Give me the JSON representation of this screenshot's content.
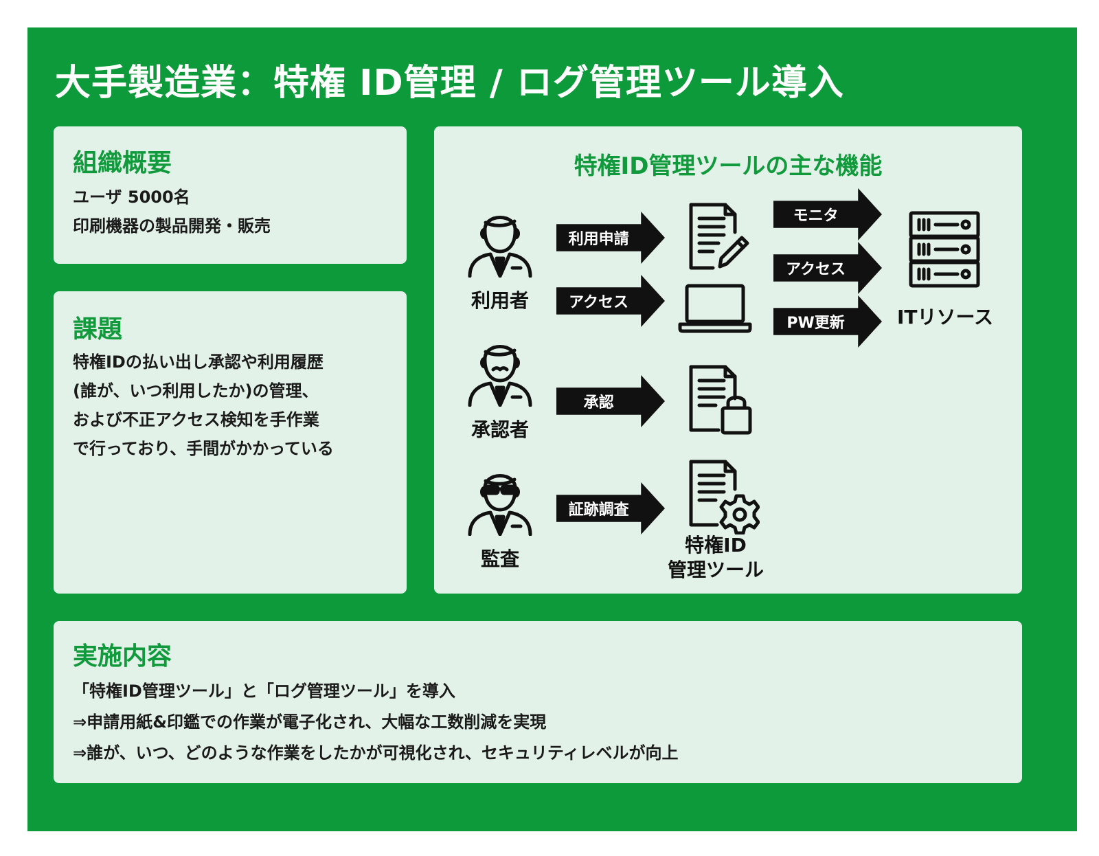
{
  "page": {
    "title": "大手製造業：特権 ID管理 / ログ管理ツール導入"
  },
  "org": {
    "heading": "組織概要",
    "lines": [
      "ユーザ 5000名",
      "印刷機器の製品開発・販売"
    ]
  },
  "issue": {
    "heading": "課題",
    "lines": [
      "特権IDの払い出し承認や利用履歴",
      "(誰が、いつ利用したか)の管理、",
      "および不正アクセス検知を手作業",
      "で行っており、手間がかかっている"
    ]
  },
  "functions": {
    "heading": "特権ID管理ツールの主な機能",
    "roles": {
      "user": "利用者",
      "approver": "承認者",
      "auditor": "監査"
    },
    "arrows": {
      "request": "利用申請",
      "access_user": "アクセス",
      "approve": "承認",
      "trace": "証跡調査",
      "monitor": "モニタ",
      "access_tool": "アクセス",
      "pw_update": "PW更新"
    },
    "tool_label_line1": "特権ID",
    "tool_label_line2": "管理ツール",
    "resource_label": "ITリソース"
  },
  "implementation": {
    "heading": "実施内容",
    "lines": [
      "「特権ID管理ツール」と「ログ管理ツール」を導入",
      "⇒申請用紙&印鑑での作業が電子化され、大幅な工数削減を実現",
      "⇒誰が、いつ、どのような作業をしたかが可視化され、セキュリティレベルが向上"
    ]
  },
  "colors": {
    "brand_green": "#0c9a3a",
    "heading_green": "#109a3c",
    "card_bg": "#e3f2e8",
    "arrow": "#111111"
  },
  "icons": [
    "person-user-icon",
    "person-approver-icon",
    "person-auditor-icon",
    "document-edit-icon",
    "laptop-icon",
    "document-lock-icon",
    "document-gear-icon",
    "server-icon"
  ]
}
